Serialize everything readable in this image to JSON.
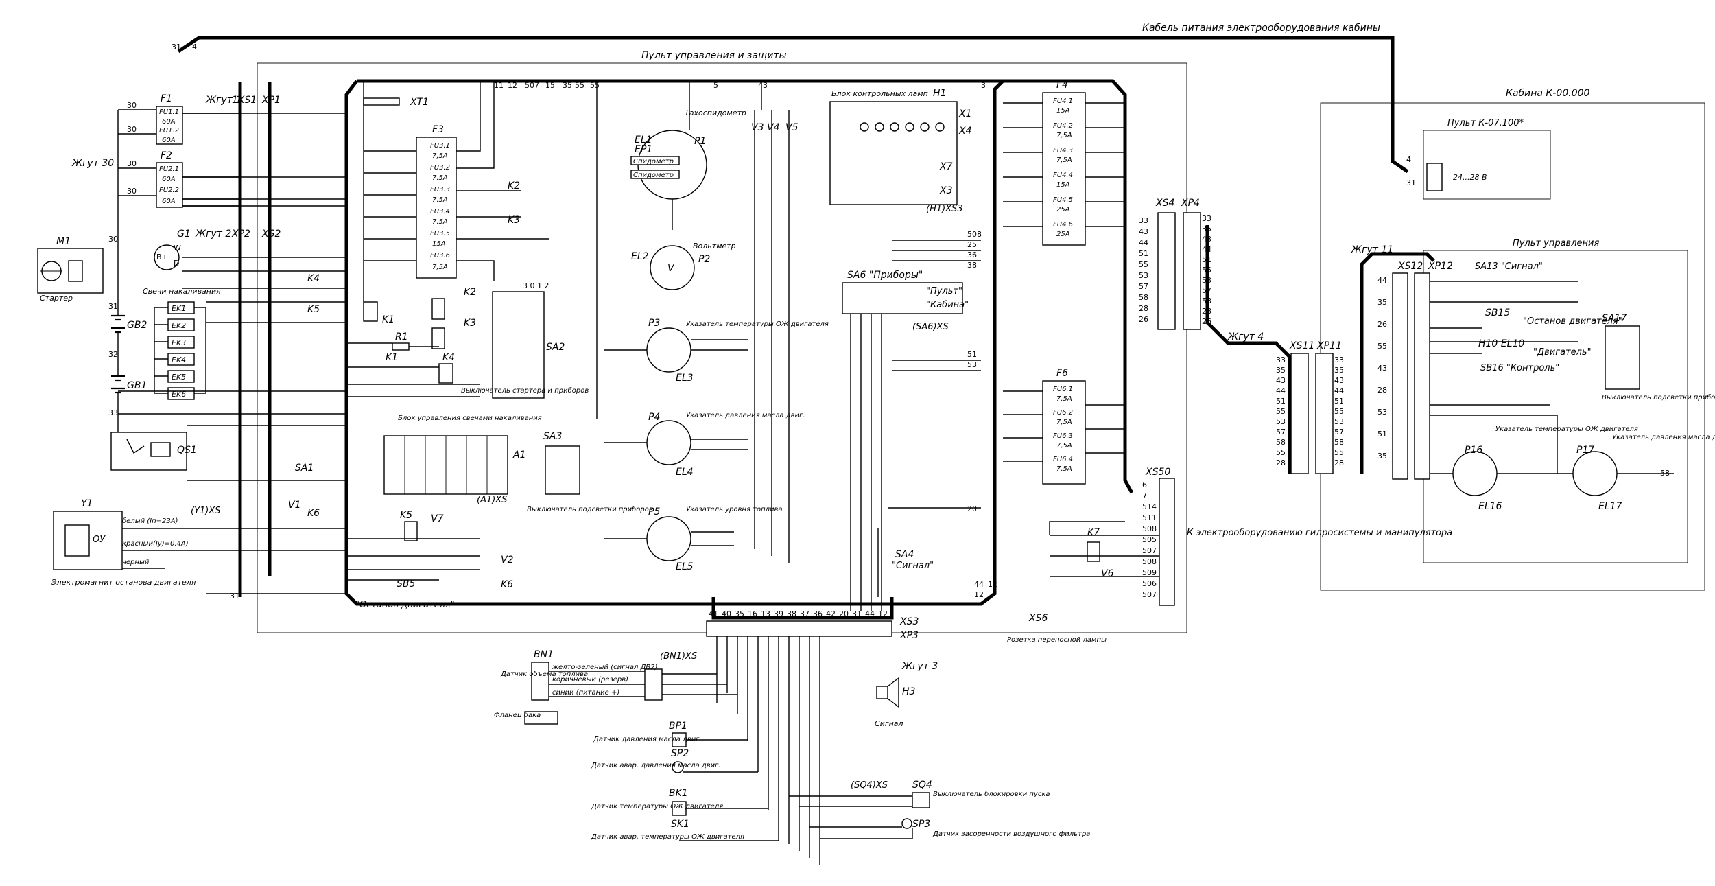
{
  "captions": {
    "cable_title": "Кабель питания электрооборудования кабины",
    "panel_title": "Пульт управления и защиты",
    "cabin_title": "Кабина К-00.000",
    "pult_k07": "Пульт К-07.100*",
    "pult_upr": "Пульт управления",
    "harness_1": "Жгут 1",
    "harness_2": "Жгут 2",
    "harness_3": "Жгут 3",
    "harness_4": "Жгут 4",
    "harness_11": "Жгут 11",
    "harness_30": "Жгут 30",
    "starter": "Стартер",
    "glow_plugs": "Свечи накаливания",
    "glow_unit": "Блок управления свечами накаливания",
    "lamp_unit": "Блок контрольных ламп",
    "tachospeedometer": "Тахоспидометр",
    "speedometer": "Спидометр",
    "voltmeter": "Вольтметр",
    "hydro_ext": "К электрооборудованию гидросистемы и манипулятора",
    "engine_stop_btn": "\"Останов двигателя\"",
    "siren_sa4": "\"Сигнал\"",
    "siren_h3": "Сигнал",
    "portable_lamp": "Розетка переносной лампы",
    "sa6_title": "SA6 \"Приборы\"",
    "sa6_pult": "\"Пульт\"",
    "sa6_cabin": "\"Кабина\"",
    "sa2_caption": "Выключатель стартера и приборов",
    "sa3_caption": "Выключатель подсветки приборов",
    "sa17_caption": "Выключатель подсветки приборов",
    "em_caption": "Электромагнит останова двигателя",
    "fuel_sensor": "Датчик объема топлива",
    "tank_flange": "Фланец бака",
    "oil_pressure_sensor": "Датчик давления масла двиг.",
    "oil_alarm_sensor": "Датчик авар. давления масла двиг.",
    "coolant_temp_sensor": "Датчик температуры ОЖ двигателя",
    "coolant_alarm_sensor": "Датчик авар. температуры ОЖ двигателя",
    "start_block_switch": "Выключатель блокировки пуска",
    "air_filter_sensor": "Датчик засоренности воздушного фильтра",
    "p3_caption": "Указатель температуры ОЖ двигателя",
    "p4_caption": "Указатель давления масла двиг.",
    "p5_caption": "Указатель уровня топлива",
    "p16_caption": "Указатель температуры ОЖ двигателя",
    "p17_caption": "Указатель давления масла двигателя",
    "sa13": "SA13 \"Сигнал\"",
    "sb15": "\"Останов двигателя\"",
    "el10": "\"Двигатель\"",
    "sb16": "SB16 \"Контроль\"",
    "supply_24v": "24...28 В",
    "wire_white": "белый (Iп=23А)",
    "wire_red": "красный(Iу)=0,4А)",
    "wire_black": "черный",
    "bn1_yg": "желто-зеленый (сигнал ДВ2)",
    "bn1_br": "коричневый (резерв)",
    "bn1_bl": "синий (питание +)"
  },
  "components": {
    "M1": "M1",
    "G1": "G1",
    "GB1": "GB1",
    "GB2": "GB2",
    "QS1": "QS1",
    "Y1": "Y1",
    "F1": "F1",
    "F2": "F2",
    "F3": "F3",
    "F4": "F4",
    "F6": "F6",
    "K1": "K1",
    "K2": "K2",
    "K3": "K3",
    "K4": "K4",
    "K5": "K5",
    "K6": "K6",
    "K7": "K7",
    "R1": "R1",
    "V1": "V1",
    "V2": "V2",
    "V6": "V6",
    "V7": "V7",
    "SA1": "SA1",
    "SA2": "SA2",
    "SA3": "SA3",
    "SA4": "SA4",
    "SA17": "SA17",
    "SB5": "SB5",
    "SB15": "SB15",
    "H10": "H10 EL10",
    "A1": "A1",
    "A1XS": "(A1)XS",
    "H1": "H1",
    "H3": "H3",
    "P1": "P1",
    "P2": "P2",
    "P3": "P3",
    "P4": "P4",
    "P5": "P5",
    "P16": "P16",
    "P17": "P17",
    "EL1": "EL1",
    "EP1": "EP1",
    "EL2": "EL2",
    "EL3": "EL3",
    "EL4": "EL4",
    "EL5": "EL5",
    "EL16": "EL16",
    "EL17": "EL17",
    "BN1": "BN1",
    "BN1XS": "(BN1)XS",
    "BP1": "BP1",
    "SP2": "SP2",
    "BK1": "BK1",
    "SK1": "SK1",
    "SQ4": "SQ4",
    "SQ4XS": "(SQ4)XS",
    "SP3": "SP3",
    "XT1": "XT1",
    "XS1": "1XS1",
    "XP1": "XP1",
    "XS2": "XS2",
    "XP2": "XP2",
    "XS3": "XS3",
    "XP3": "XP3",
    "XS4": "XS4",
    "XP4": "XP4",
    "XS6": "XS6",
    "XS11": "XS11",
    "XP11": "XP11",
    "XS12": "XS12",
    "XP12": "XP12",
    "XS50": "XS50",
    "Y1XS": "(Y1)XS",
    "SA6XS": "(SA6)XS",
    "H1XS3": "(H1)XS3",
    "X1": "X1",
    "X3": "X3",
    "X4": "X4",
    "X7": "X7",
    "V3": "V3",
    "V4": "V4",
    "V5": "V5",
    "EK1": "EK1",
    "EK2": "EK2",
    "EK3": "EK3",
    "EK4": "EK4",
    "EK5": "EK5",
    "EK6": "EK6"
  },
  "fuses": {
    "F1": [
      {
        "id": "FU1.1",
        "rating": "60A"
      },
      {
        "id": "FU1.2",
        "rating": "60A"
      }
    ],
    "F2": [
      {
        "id": "FU2.1",
        "rating": "60A"
      },
      {
        "id": "FU2.2",
        "rating": "60A"
      }
    ],
    "F3": [
      {
        "id": "FU3.1",
        "rating": "7,5A"
      },
      {
        "id": "FU3.2",
        "rating": "7,5A"
      },
      {
        "id": "FU3.3",
        "rating": "7,5A"
      },
      {
        "id": "FU3.4",
        "rating": "7,5A"
      },
      {
        "id": "FU3.5",
        "rating": "15A"
      },
      {
        "id": "FU3.6",
        "rating": "7,5A"
      }
    ],
    "F4": [
      {
        "id": "FU4.1",
        "rating": "15A"
      },
      {
        "id": "FU4.2",
        "rating": "7,5A"
      },
      {
        "id": "FU4.3",
        "rating": "7,5A"
      },
      {
        "id": "FU4.4",
        "rating": "15A"
      },
      {
        "id": "FU4.5",
        "rating": "25A"
      },
      {
        "id": "FU4.6",
        "rating": "25A"
      }
    ],
    "F6": [
      {
        "id": "FU6.1",
        "rating": "7,5A"
      },
      {
        "id": "FU6.2",
        "rating": "7,5A"
      },
      {
        "id": "FU6.3",
        "rating": "7,5A"
      },
      {
        "id": "FU6.4",
        "rating": "7,5A"
      }
    ]
  },
  "connectors": {
    "XS4_pins": [
      "33",
      "43",
      "44",
      "51",
      "55",
      "53",
      "57",
      "58",
      "28",
      "26"
    ],
    "XP4_pins": [
      "33",
      "35",
      "43",
      "44",
      "51",
      "55",
      "53",
      "57",
      "58",
      "28",
      "26"
    ],
    "XS11_pins": [
      "33",
      "35",
      "43",
      "44",
      "51",
      "55",
      "53",
      "57",
      "58",
      "55",
      "28"
    ],
    "XP11_pins": [
      "33",
      "35",
      "43",
      "44",
      "51",
      "55",
      "53",
      "57",
      "58",
      "55",
      "28"
    ],
    "XS12_pins": [
      "44",
      "35",
      "26",
      "55",
      "43",
      "28",
      "53",
      "51",
      "35"
    ],
    "XS50_pins": [
      "6",
      "7",
      "514",
      "511",
      "508",
      "505",
      "507",
      "508",
      "509",
      "506",
      "507"
    ],
    "XS3_pins": [
      "41",
      "40",
      "35",
      "16",
      "13",
      "39",
      "38",
      "37",
      "36",
      "42",
      "20",
      "31",
      "44",
      "12"
    ]
  }
}
